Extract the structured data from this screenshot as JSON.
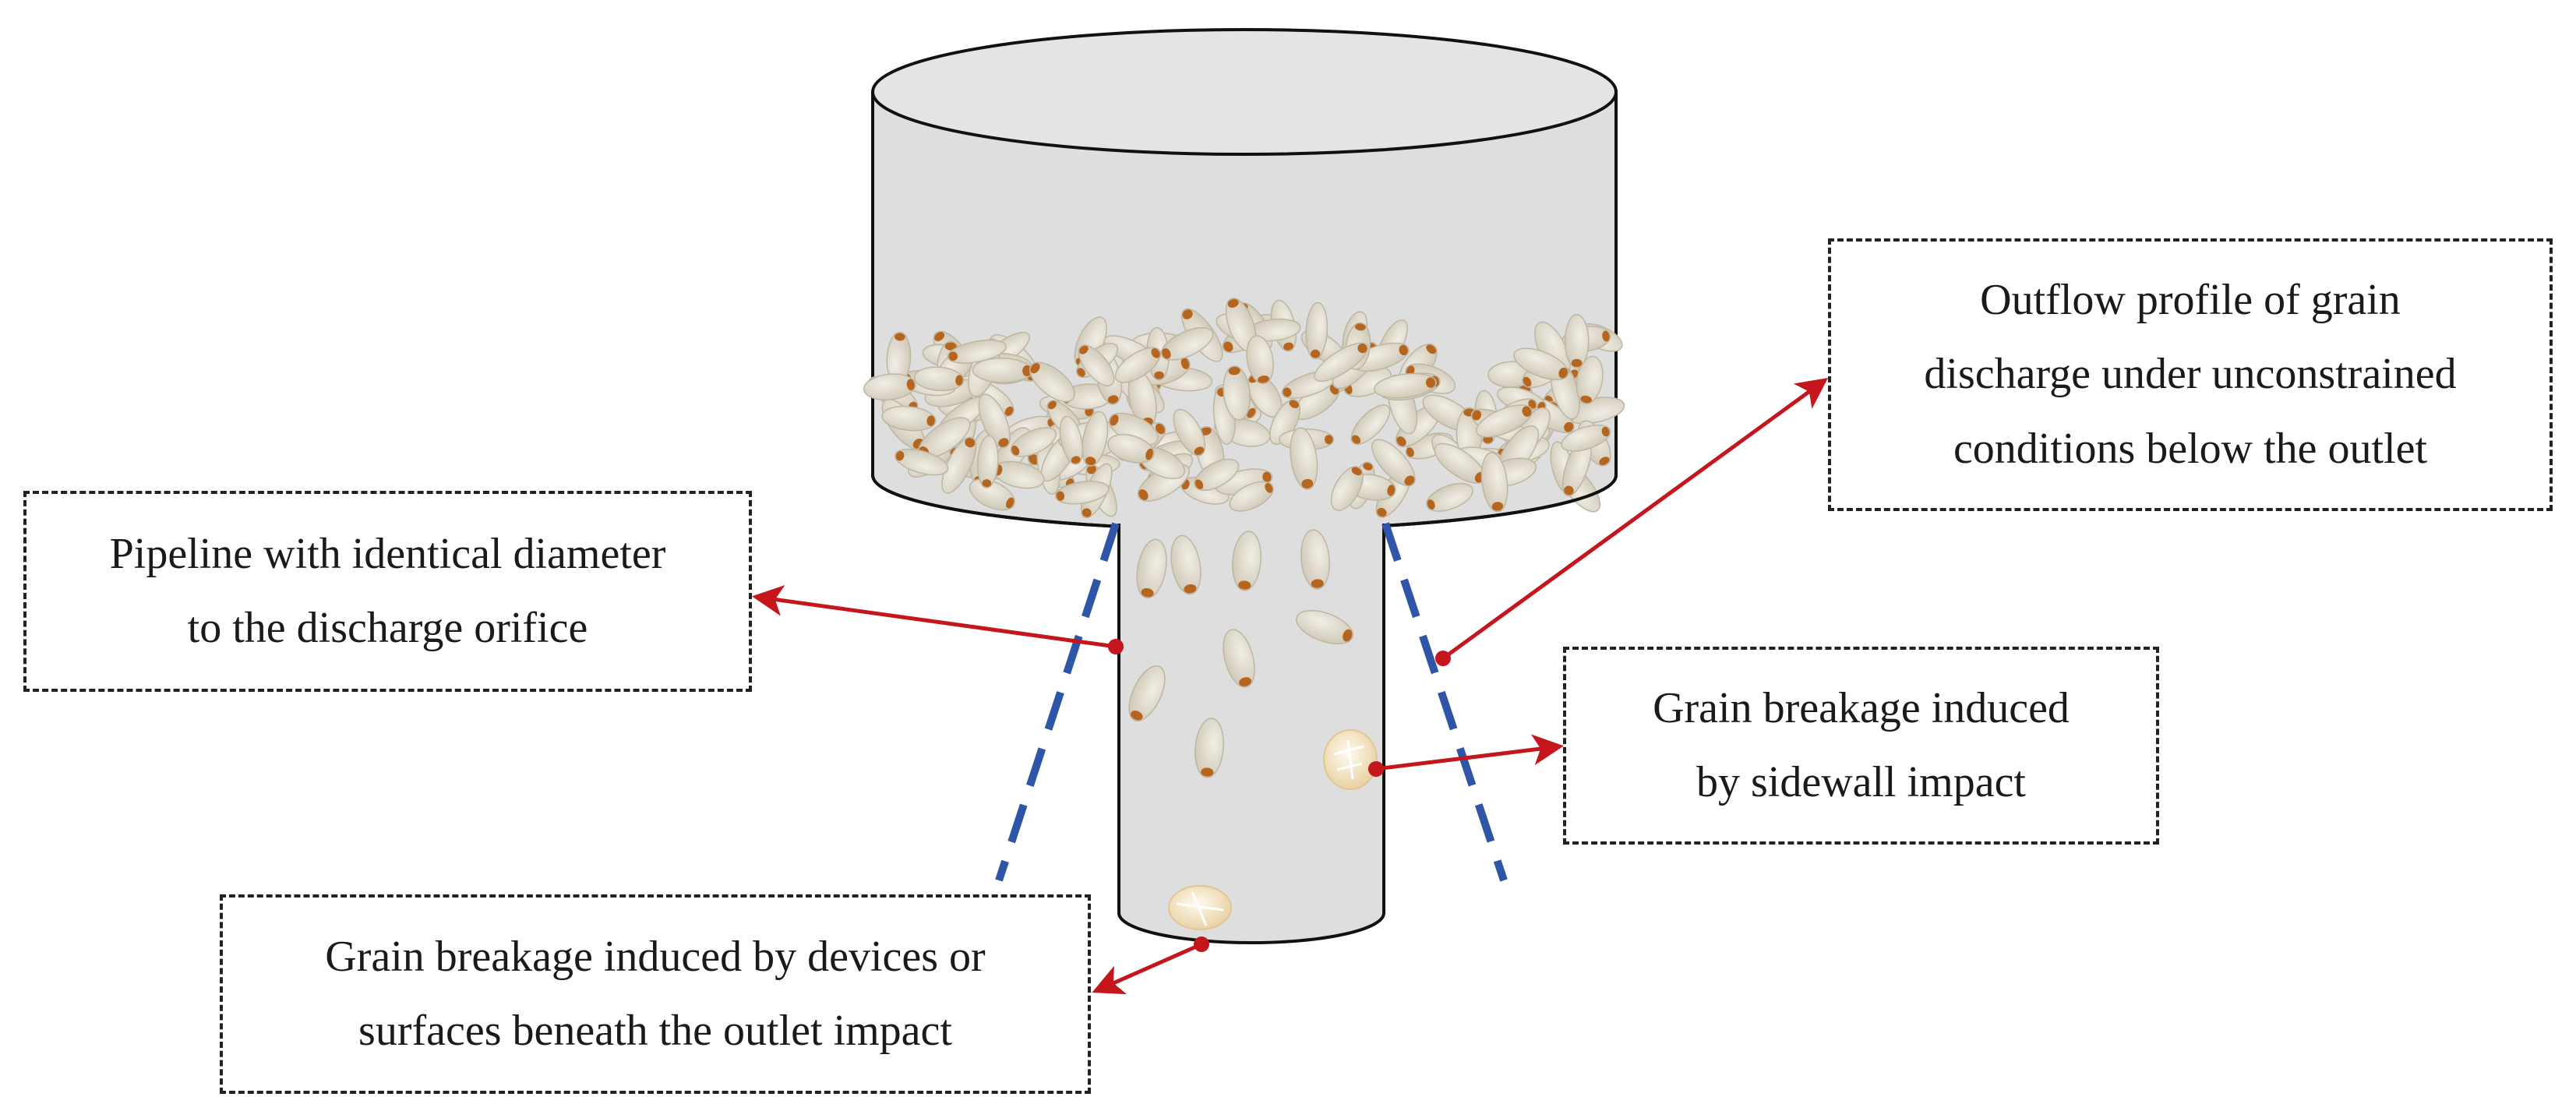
{
  "diagram": {
    "labels": {
      "pipeline": [
        "Pipeline with identical diameter",
        "to the discharge orifice"
      ],
      "outflow": [
        "Outflow profile of grain",
        "discharge under unconstrained",
        "conditions below the outlet"
      ],
      "sidewall": [
        "Grain breakage induced",
        "by sidewall impact"
      ],
      "beneath": [
        "Grain breakage induced by devices or",
        "surfaces beneath the outlet impact"
      ]
    },
    "colors": {
      "arrow": "#c4161c",
      "outflow_dash": "#2f56a6",
      "vessel_fill": "#dedede",
      "vessel_stroke": "#111111",
      "grain": "#d9d4c6",
      "grain_tip": "#b5651d",
      "broken_grain": "#f3e6c8"
    }
  }
}
